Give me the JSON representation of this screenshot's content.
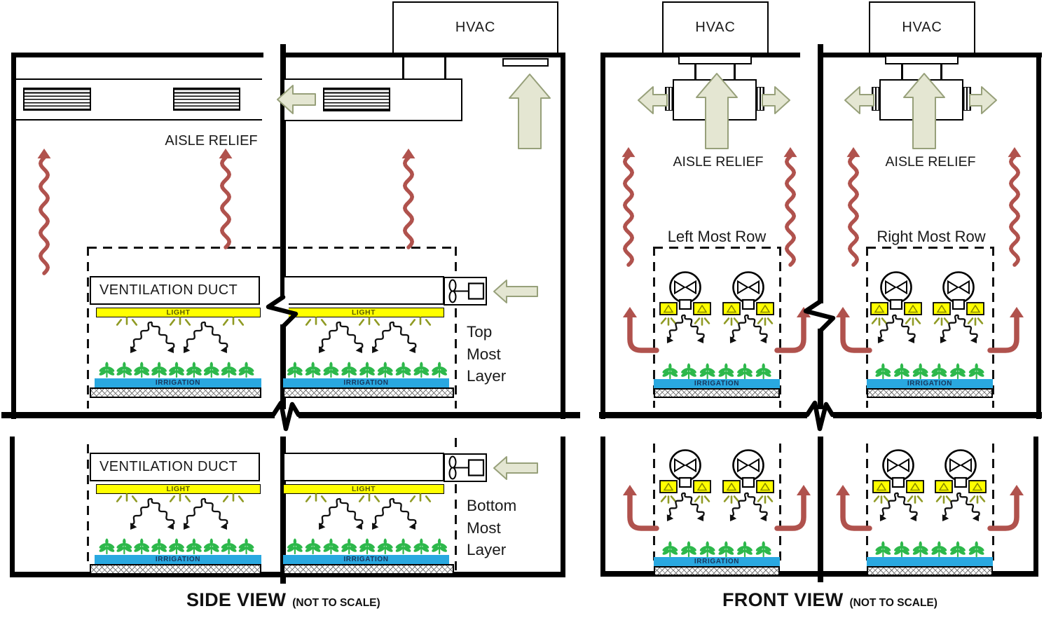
{
  "side_view": {
    "title": "SIDE VIEW",
    "scale_note": "(NOT TO SCALE)",
    "hvac": "HVAC",
    "aisle_relief": "AISLE RELIEF",
    "ventilation_duct": "VENTILATION DUCT",
    "light": "LIGHT",
    "irrigation": "IRRIGATION",
    "top_layer": [
      "Top",
      "Most",
      "Layer"
    ],
    "bottom_layer": [
      "Bottom",
      "Most",
      "Layer"
    ]
  },
  "front_view": {
    "title": "FRONT VIEW",
    "scale_note": "(NOT TO SCALE)",
    "hvac": "HVAC",
    "aisle_relief": "AISLE RELIEF",
    "left_row": "Left Most Row",
    "right_row": "Right Most Row",
    "irrigation": "IRRIGATION"
  },
  "colors": {
    "outline": "#000000",
    "supply_air_fill": "#e4e6d2",
    "supply_air_stroke": "#97a07a",
    "heat_air": "#b0524d",
    "light_fill": "#ffff00",
    "irrigation_fill": "#29a8e0",
    "plant": "#2db84b",
    "ray": "#8f9a23"
  }
}
